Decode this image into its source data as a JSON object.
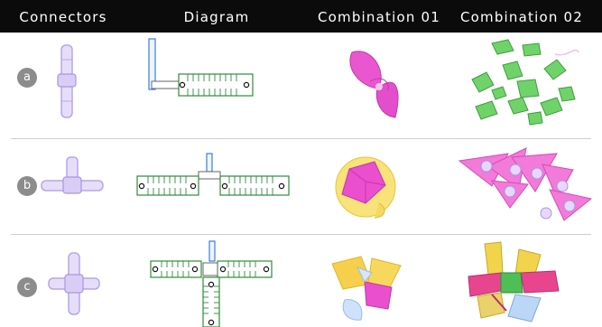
{
  "header": {
    "columns": [
      "Connectors",
      "Diagram",
      "Combination 01",
      "Combination 02"
    ]
  },
  "rows": [
    {
      "label": "a"
    },
    {
      "label": "b"
    },
    {
      "label": "c"
    }
  ],
  "colors": {
    "header_bg": "#0b0b0b",
    "badge": "#8c8c8c",
    "diagram_green": "#2e8b3c",
    "diagram_blue": "#3a7fd5",
    "pink": "#e040c8",
    "yellow": "#f3d34a",
    "green": "#5cc85a",
    "connector_purple": "#b8a6e6"
  }
}
